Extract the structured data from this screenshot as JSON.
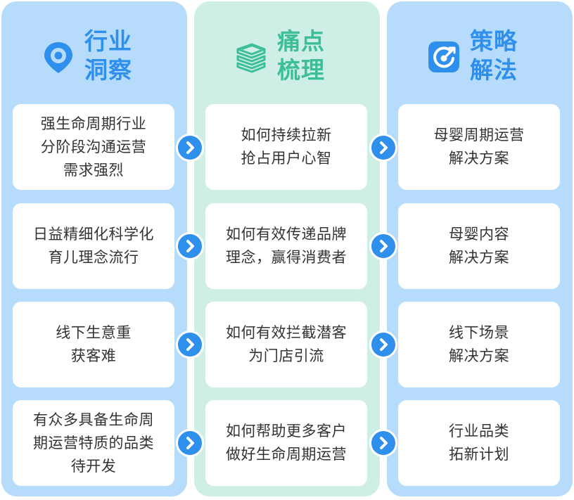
{
  "columns": [
    {
      "title_line1": "行业",
      "title_line2": "洞察",
      "icon": "location-pin-icon",
      "items": [
        "强生命周期行业\n分阶段沟通运营\n需求强烈",
        "日益精细化科学化\n育儿理念流行",
        "线下生意重\n获客难",
        "有众多具备生命周\n期运营特质的品类\n待开发"
      ]
    },
    {
      "title_line1": "痛点",
      "title_line2": "梳理",
      "icon": "stacked-layers-icon",
      "items": [
        "如何持续拉新\n抢占用户心智",
        "如何有效传递品牌\n理念，赢得消费者",
        "如何有效拦截潜客\n为门店引流",
        "如何帮助更多客户\n做好生命周期运营"
      ]
    },
    {
      "title_line1": "策略",
      "title_line2": "解法",
      "icon": "target-refresh-icon",
      "items": [
        "母婴周期运营\n解决方案",
        "母婴内容\n解决方案",
        "线下场景\n解决方案",
        "行业品类\n拓新计划"
      ]
    }
  ],
  "colors": {
    "blue_panel": "#b7dcfb",
    "green_panel": "#ceeee6",
    "blue_accent": "#2f8fed",
    "green_accent": "#3cbf99",
    "card_bg": "#ffffff",
    "text": "#333333"
  },
  "arrow_icon": "chevron-right-circle-icon"
}
